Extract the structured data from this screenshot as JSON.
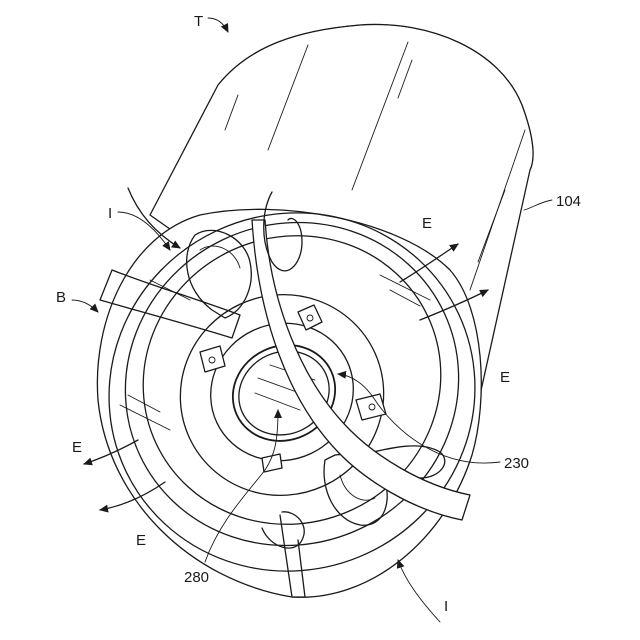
{
  "labels": {
    "T": "T",
    "ref_104": "104",
    "I_top": "I",
    "B": "B",
    "E_top": "E",
    "E_right": "E",
    "E_left": "E",
    "E_bottom": "E",
    "ref_230": "230",
    "ref_280": "280",
    "I_bottom": "I"
  }
}
